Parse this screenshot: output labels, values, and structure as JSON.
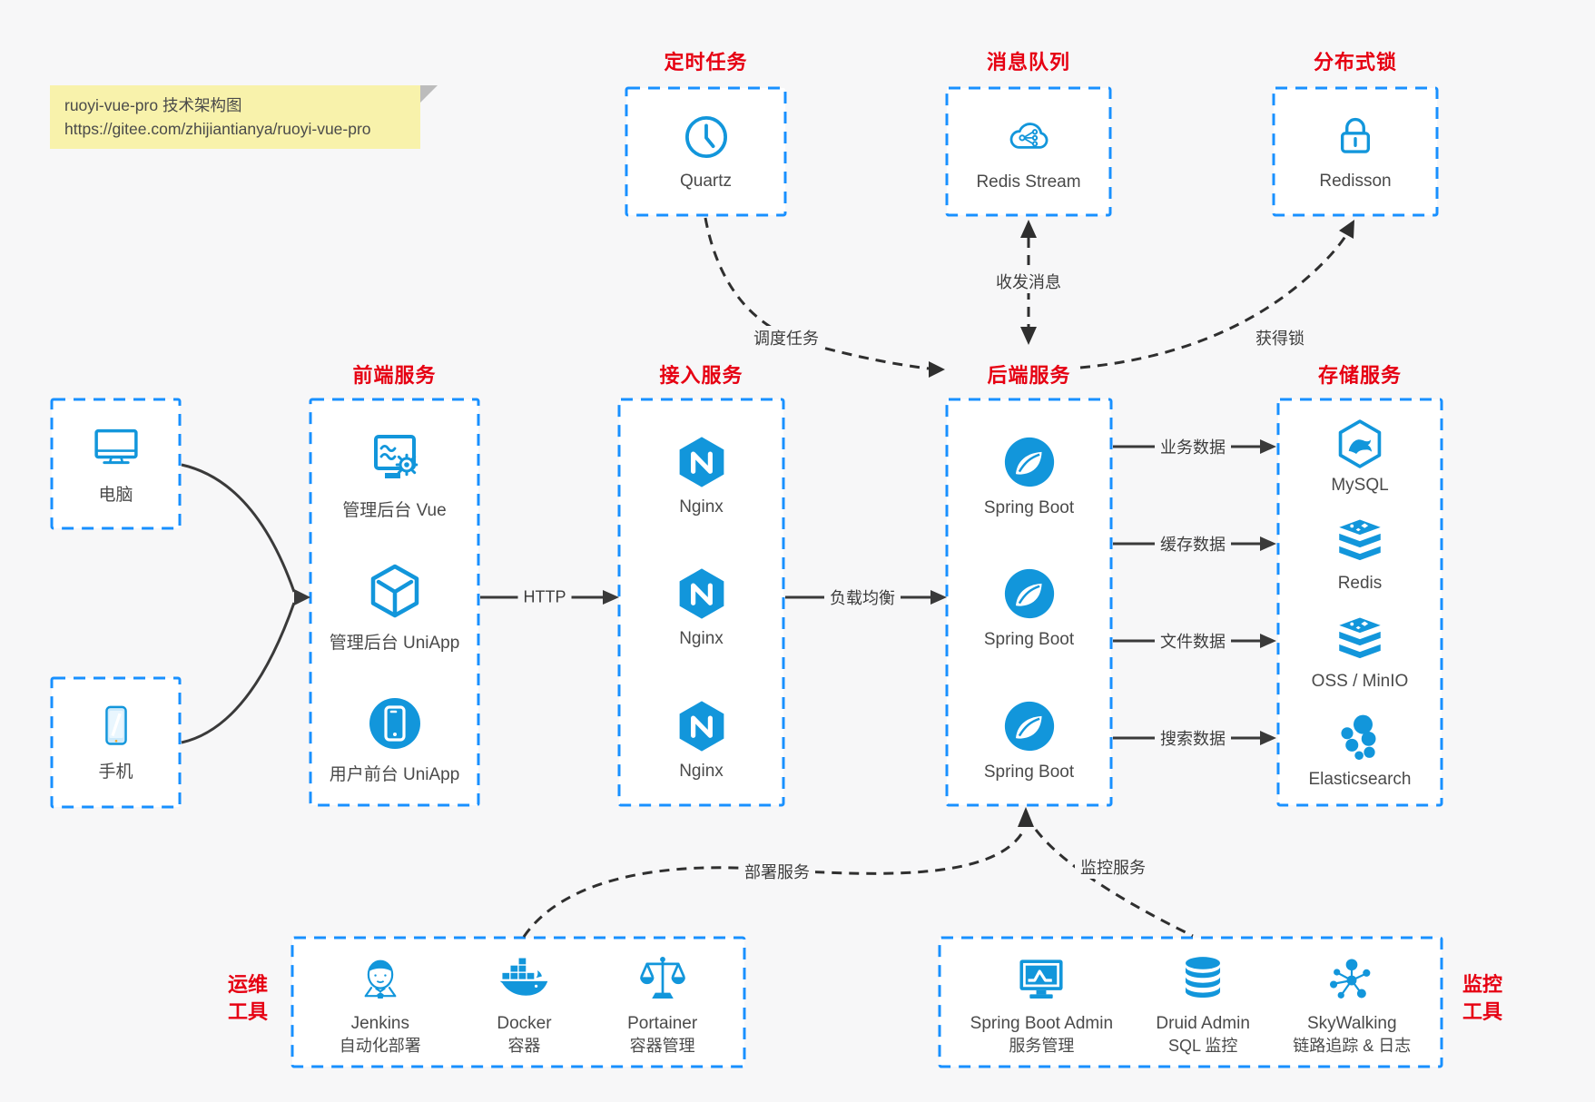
{
  "note": {
    "line1": "ruoyi-vue-pro 技术架构图",
    "line2": "https://gitee.com/zhijiantianya/ruoyi-vue-pro"
  },
  "clients": [
    {
      "label": "电脑"
    },
    {
      "label": "手机"
    }
  ],
  "groups": {
    "timer": {
      "title": "定时任务",
      "node": "Quartz"
    },
    "mq": {
      "title": "消息队列",
      "node": "Redis Stream"
    },
    "lock": {
      "title": "分布式锁",
      "node": "Redisson"
    },
    "frontend": {
      "title": "前端服务",
      "items": [
        "管理后台 Vue",
        "管理后台 UniApp",
        "用户前台 UniApp"
      ]
    },
    "gateway": {
      "title": "接入服务",
      "items": [
        "Nginx",
        "Nginx",
        "Nginx"
      ]
    },
    "backend": {
      "title": "后端服务",
      "items": [
        "Spring Boot",
        "Spring Boot",
        "Spring Boot"
      ]
    },
    "storage": {
      "title": "存储服务",
      "items": [
        "MySQL",
        "Redis",
        "OSS / MinIO",
        "Elasticsearch"
      ]
    },
    "ops": {
      "label_line1": "运维",
      "label_line2": "工具",
      "items": [
        {
          "name": "Jenkins",
          "desc": "自动化部署"
        },
        {
          "name": "Docker",
          "desc": "容器"
        },
        {
          "name": "Portainer",
          "desc": "容器管理"
        }
      ]
    },
    "monitoring": {
      "label_line1": "监控",
      "label_line2": "工具",
      "items": [
        {
          "name": "Spring Boot Admin",
          "desc": "服务管理"
        },
        {
          "name": "Druid Admin",
          "desc": "SQL 监控"
        },
        {
          "name": "SkyWalking",
          "desc": "链路追踪 & 日志"
        }
      ]
    }
  },
  "edges": {
    "http": "HTTP",
    "load_balance": "负载均衡",
    "business_data": "业务数据",
    "cache_data": "缓存数据",
    "file_data": "文件数据",
    "search_data": "搜索数据",
    "schedule_task": "调度任务",
    "send_receive_message": "收发消息",
    "acquire_lock": "获得锁",
    "deploy_service": "部署服务",
    "monitor_service": "监控服务"
  },
  "colors": {
    "icon_blue": "#1296db",
    "box_border_blue": "#1890ff",
    "title_red": "#e60012",
    "line_dark": "#3a3a3a",
    "note_bg": "#f8f2ab",
    "page_bg": "#f7f7f8",
    "box_bg": "#ffffff"
  }
}
